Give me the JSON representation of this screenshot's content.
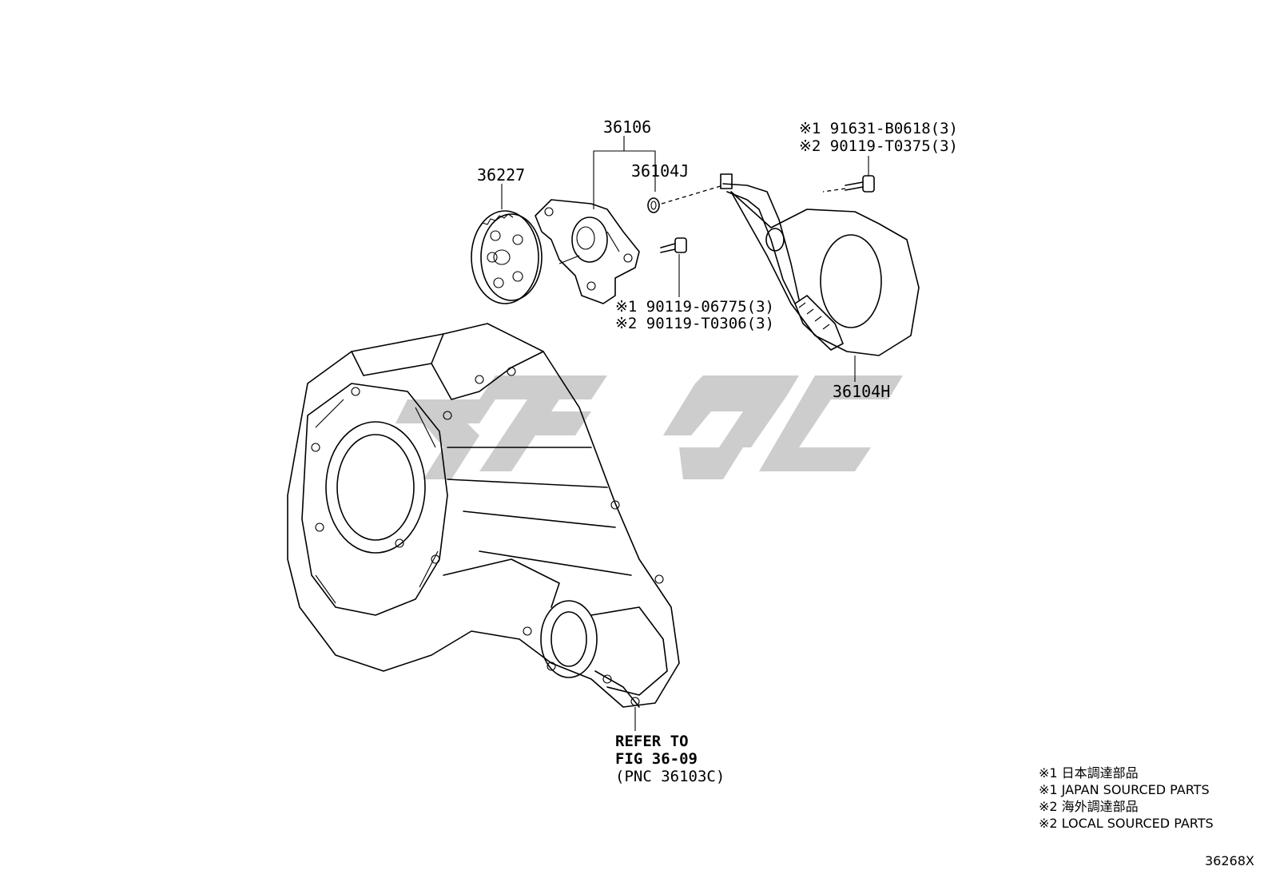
{
  "labels": {
    "part_36106": "36106",
    "part_36104j": "36104J",
    "part_36227": "36227",
    "part_36104h": "36104H",
    "bolt_a_1": "※1 90119-06775(3)",
    "bolt_a_2": "※2 90119-T0306(3)",
    "bolt_b_1": "※1 91631-B0618(3)",
    "bolt_b_2": "※2 90119-T0375(3)",
    "refer_1": "REFER TO",
    "refer_2": "FIG 36-09",
    "refer_3": "(PNC 36103C)"
  },
  "legend": {
    "line1": "※1 日本調達部品",
    "line2": "※1 JAPAN SOURCED PARTS",
    "line3": "※2 海外調達部品",
    "line4": "※2 LOCAL SOURCED PARTS"
  },
  "figure_number": "36268X",
  "icons": [
    "watermark-logo",
    "transfer-case-drawing",
    "gear-drawing",
    "oil-pump-drawing",
    "sensor-drawing",
    "bolt-drawing",
    "washer-drawing"
  ]
}
